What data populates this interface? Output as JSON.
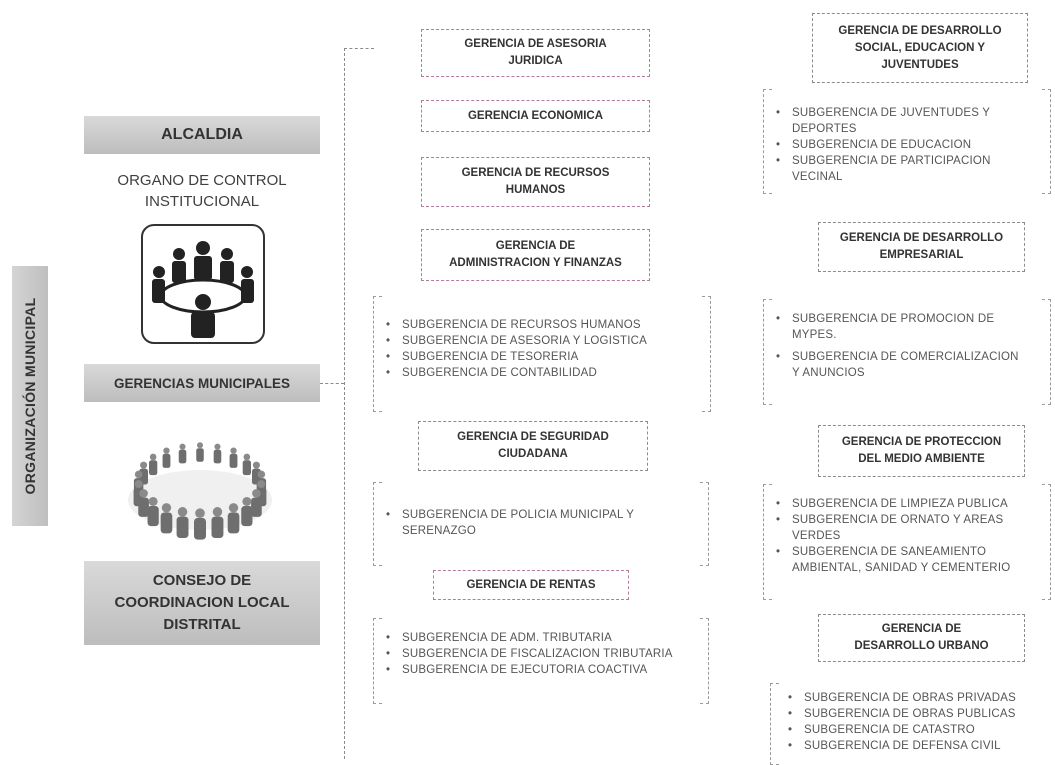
{
  "title": "ORGANIZACIÓN MUNICIPAL",
  "left": {
    "alcaldia": "ALCALDIA",
    "organo_line1": "ORGANO DE CONTROL",
    "organo_line2": "INSTITUCIONAL",
    "gerencias": "GERENCIAS MUNICIPALES",
    "consejo_line1": "CONSEJO DE",
    "consejo_line2": "COORDINACION LOCAL",
    "consejo_line3": "DISTRITAL",
    "icons": [
      "meeting-table-icon",
      "people-circle-icon"
    ]
  },
  "middle": {
    "asesoria": [
      "GERENCIA DE ASESORIA",
      "JURIDICA"
    ],
    "economica": "GERENCIA ECONOMICA",
    "recursos": [
      "GERENCIA DE RECURSOS",
      "HUMANOS"
    ],
    "administracion": [
      "GERENCIA DE",
      "ADMINISTRACION Y FINANZAS"
    ],
    "admin_subs": [
      "SUBGERENCIA DE RECURSOS HUMANOS",
      "SUBGERENCIA DE ASESORIA Y LOGISTICA",
      "SUBGERENCIA DE TESORERIA",
      "SUBGERENCIA DE CONTABILIDAD"
    ],
    "seguridad": [
      "GERENCIA DE SEGURIDAD",
      "CIUDADANA"
    ],
    "seguridad_subs": [
      "SUBGERENCIA DE POLICIA MUNICIPAL Y",
      "SERENAZGO"
    ],
    "rentas": "GERENCIA DE RENTAS",
    "rentas_subs": [
      "SUBGERENCIA DE ADM. TRIBUTARIA",
      "SUBGERENCIA DE FISCALIZACION TRIBUTARIA",
      "SUBGERENCIA DE EJECUTORIA COACTIVA"
    ]
  },
  "right": {
    "social": [
      "GERENCIA DE DESARROLLO",
      "SOCIAL, EDUCACION Y",
      "JUVENTUDES"
    ],
    "social_subs": [
      [
        "SUBGERENCIA DE JUVENTUDES Y",
        "DEPORTES"
      ],
      [
        "SUBGERENCIA DE EDUCACION"
      ],
      [
        "SUBGERENCIA DE PARTICIPACION",
        "VECINAL"
      ]
    ],
    "empresarial": [
      "GERENCIA DE DESARROLLO",
      "EMPRESARIAL"
    ],
    "empresarial_subs": [
      [
        "SUBGERENCIA DE PROMOCION DE",
        "MYPES."
      ],
      [
        "SUBGERENCIA DE COMERCIALIZACION",
        "Y ANUNCIOS"
      ]
    ],
    "ambiente": [
      "GERENCIA DE PROTECCION",
      "DEL MEDIO AMBIENTE"
    ],
    "ambiente_subs": [
      [
        "SUBGERENCIA DE LIMPIEZA PUBLICA"
      ],
      [
        "SUBGERENCIA DE ORNATO Y AREAS",
        "VERDES"
      ],
      [
        "SUBGERENCIA DE SANEAMIENTO",
        "AMBIENTAL, SANIDAD Y CEMENTERIO"
      ]
    ],
    "urbano": [
      "GERENCIA DE",
      "DESARROLLO URBANO"
    ],
    "urbano_subs": [
      "SUBGERENCIA DE OBRAS PRIVADAS",
      "SUBGERENCIA DE OBRAS PUBLICAS",
      "SUBGERENCIA DE CATASTRO",
      "SUBGERENCIA DE DEFENSA CIVIL"
    ]
  }
}
